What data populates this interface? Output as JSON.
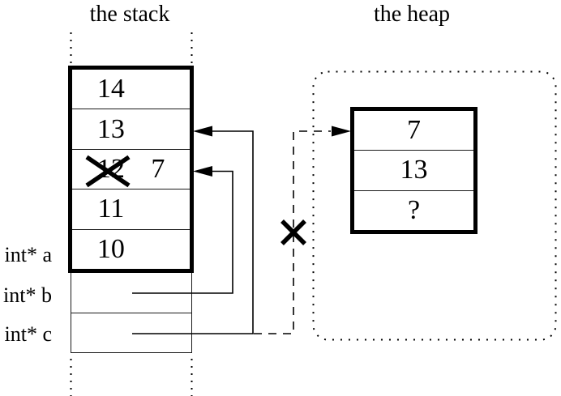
{
  "titles": {
    "stack": "the stack",
    "heap": "the heap"
  },
  "stack_frame": {
    "cells": [
      {
        "value": "14"
      },
      {
        "value": "13"
      },
      {
        "value": "12",
        "crossed_out": true,
        "new_value": "7"
      },
      {
        "value": "11"
      },
      {
        "value": "10"
      }
    ]
  },
  "pointer_labels": [
    {
      "label": "int* a"
    },
    {
      "label": "int* b"
    },
    {
      "label": "int* c"
    }
  ],
  "heap_object": {
    "cells": [
      {
        "value": "7"
      },
      {
        "value": "13"
      },
      {
        "value": "?"
      }
    ]
  },
  "icons": {
    "cross_out_x": "crossed-out old value",
    "invalid_pointer_x": "invalidated dangling pointer"
  },
  "colors": {
    "line": "#000000",
    "background": "#ffffff"
  }
}
